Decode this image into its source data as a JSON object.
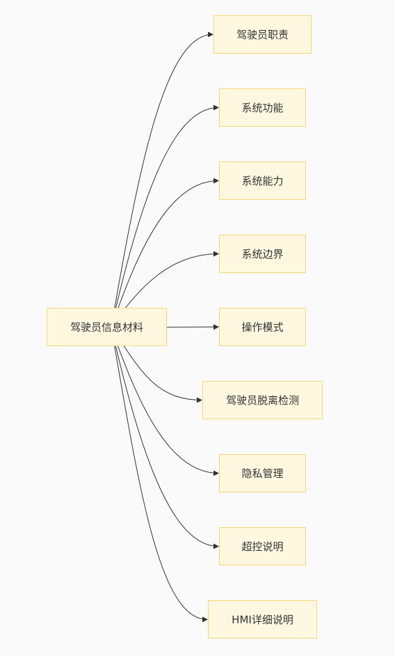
{
  "root": {
    "label": "驾驶员信息材料"
  },
  "children": [
    {
      "label": "驾驶员职责"
    },
    {
      "label": "系统功能"
    },
    {
      "label": "系统能力"
    },
    {
      "label": "系统边界"
    },
    {
      "label": "操作模式"
    },
    {
      "label": "驾驶员脱离检测"
    },
    {
      "label": "隐私管理"
    },
    {
      "label": "超控说明"
    },
    {
      "label": "HMI详细说明"
    }
  ],
  "colors": {
    "background": "#fafafa",
    "node_fill": "#fff8e1",
    "node_border": "#f5d675",
    "edge": "#333333",
    "text": "#333333"
  }
}
